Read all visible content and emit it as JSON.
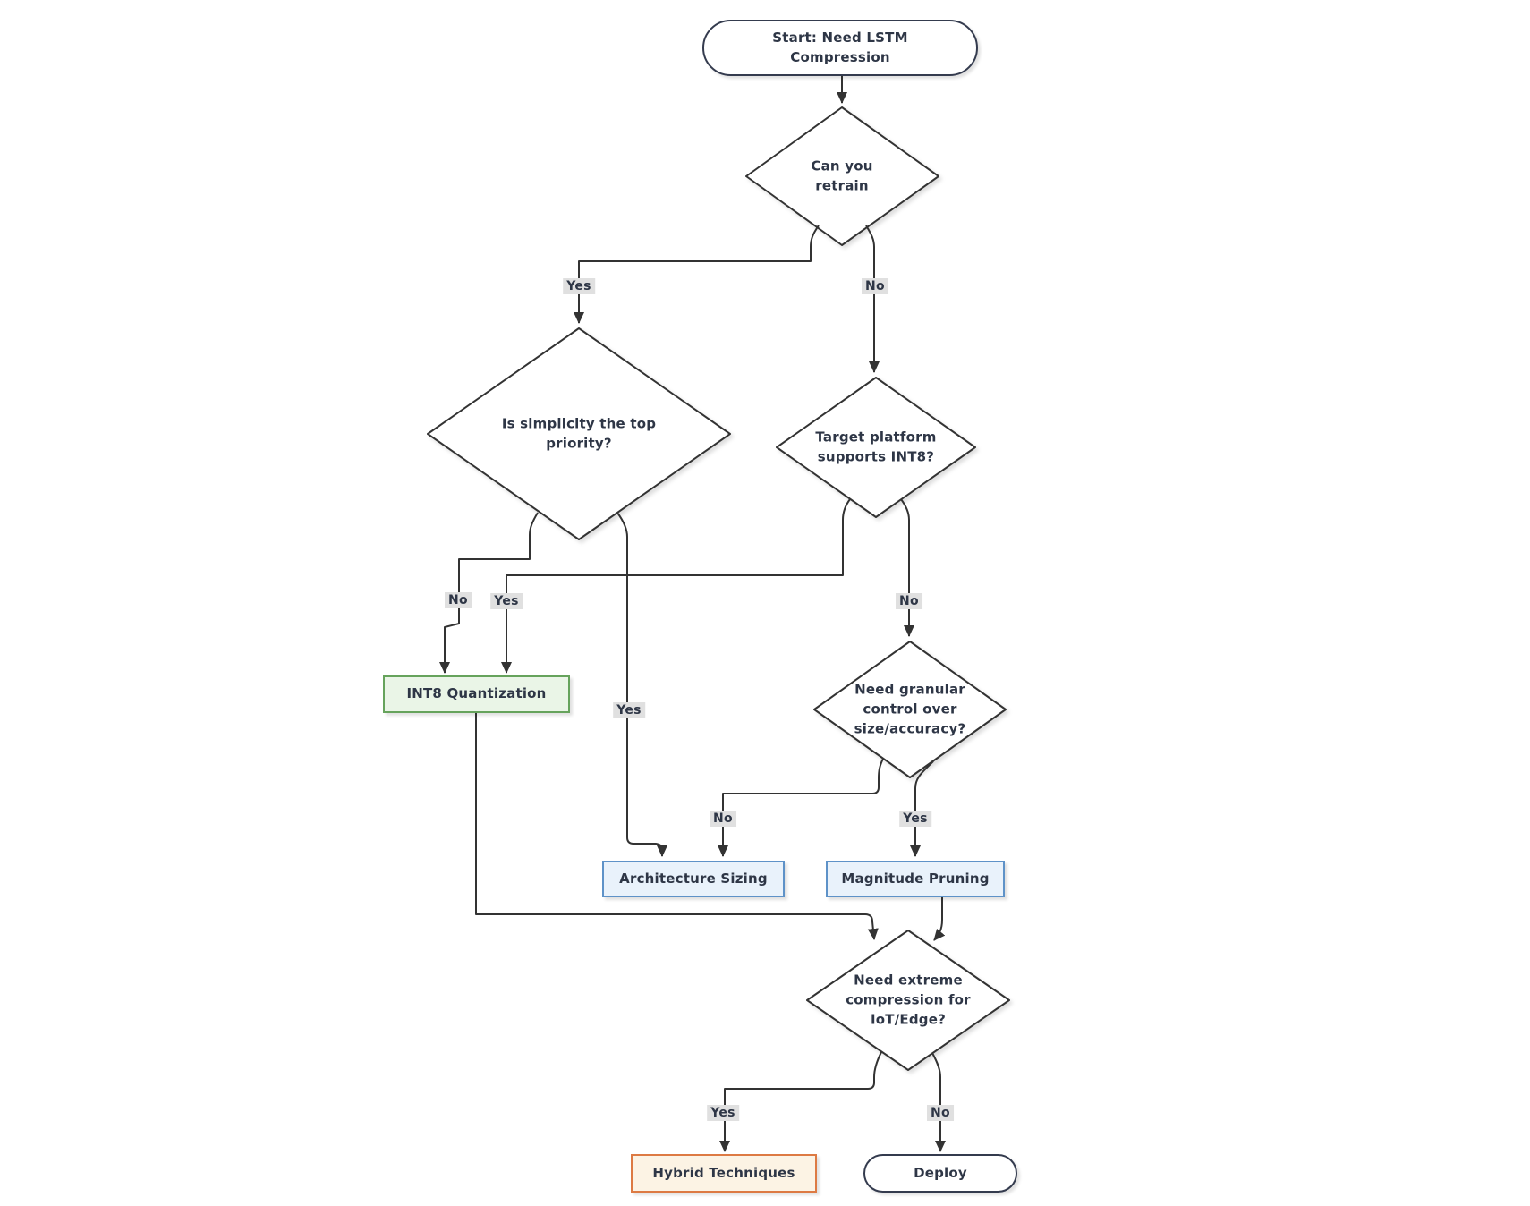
{
  "diagram": {
    "type": "flowchart",
    "direction": "top-down",
    "nodes": {
      "start": {
        "label": "Start: Need LSTM Compression",
        "shape": "stadium"
      },
      "retrain": {
        "label": "Can you retrain",
        "shape": "decision"
      },
      "simplicity": {
        "label": "Is simplicity the top priority?",
        "shape": "decision"
      },
      "target_int8": {
        "label": "Target platform supports INT8?",
        "shape": "decision"
      },
      "int8_quantization": {
        "label": "INT8 Quantization",
        "shape": "process",
        "accent": "green"
      },
      "granular_control": {
        "label": "Need granular control over size/accuracy?",
        "shape": "decision"
      },
      "architecture_sizing": {
        "label": "Architecture Sizing",
        "shape": "process",
        "accent": "blue"
      },
      "magnitude_pruning": {
        "label": "Magnitude Pruning",
        "shape": "process",
        "accent": "blue"
      },
      "extreme_compression": {
        "label": "Need extreme compression for IoT/Edge?",
        "shape": "decision"
      },
      "hybrid_techniques": {
        "label": "Hybrid Techniques",
        "shape": "process",
        "accent": "orange"
      },
      "deploy": {
        "label": "Deploy",
        "shape": "stadium"
      }
    },
    "edges": [
      {
        "from": "start",
        "to": "retrain",
        "label": ""
      },
      {
        "from": "retrain",
        "to": "simplicity",
        "label": "Yes"
      },
      {
        "from": "retrain",
        "to": "target_int8",
        "label": "No"
      },
      {
        "from": "simplicity",
        "to": "int8_quantization",
        "label": "No"
      },
      {
        "from": "target_int8",
        "to": "int8_quantization",
        "label": "Yes"
      },
      {
        "from": "simplicity",
        "to": "architecture_sizing",
        "label": "Yes"
      },
      {
        "from": "target_int8",
        "to": "granular_control",
        "label": "No"
      },
      {
        "from": "granular_control",
        "to": "architecture_sizing",
        "label": "No"
      },
      {
        "from": "granular_control",
        "to": "magnitude_pruning",
        "label": "Yes"
      },
      {
        "from": "int8_quantization",
        "to": "extreme_compression",
        "label": ""
      },
      {
        "from": "magnitude_pruning",
        "to": "extreme_compression",
        "label": ""
      },
      {
        "from": "extreme_compression",
        "to": "hybrid_techniques",
        "label": "Yes"
      },
      {
        "from": "extreme_compression",
        "to": "deploy",
        "label": "No"
      }
    ]
  },
  "colors": {
    "line": "#333333",
    "text": "#2e3646",
    "node-border": "#343b4e",
    "node-fill": "#ffffff",
    "label-bg": "#e0e0e0",
    "green-border": "#66a35c",
    "green-fill": "#eaf5e7",
    "blue-border": "#5e92c8",
    "blue-fill": "#e9f2fb",
    "orange-border": "#dd7a43",
    "orange-fill": "#fcf3e4",
    "canvas-bg": "#ffffff"
  }
}
